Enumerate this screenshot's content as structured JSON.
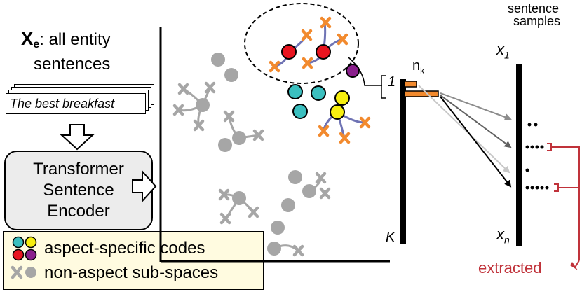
{
  "left_panel": {
    "title_symbol": "X",
    "title_subscript": "e",
    "title_rest": ": all entity",
    "title_line2": "sentences",
    "card_text": "The best breakfast",
    "encoder_lines": [
      "Transformer",
      "Sentence",
      "Encoder"
    ]
  },
  "legend": {
    "row1_label": "aspect-specific codes",
    "row2_label": "non-aspect sub-spaces"
  },
  "histogram": {
    "top_label": "1",
    "bottom_label": "K",
    "count_label": "n",
    "count_subscript": "k"
  },
  "samples": {
    "header_line1": "sentence",
    "header_line2": "samples",
    "first_symbol": "x",
    "first_subscript": "1",
    "last_symbol": "x",
    "last_subscript": "n",
    "extracted_label": "extracted"
  },
  "colors": {
    "cross_orange": "#f28a2e",
    "red_code": "#e8141f",
    "teal_code": "#3bbfbf",
    "yellow_code": "#f6ee10",
    "purple_code": "#8a1f8c",
    "gray": "#a6a6a6",
    "link_blue": "#6f73b4",
    "extracted_red": "#c0323a",
    "encoder_fill": "#ececec",
    "legend_fill": "#fffbe0"
  }
}
